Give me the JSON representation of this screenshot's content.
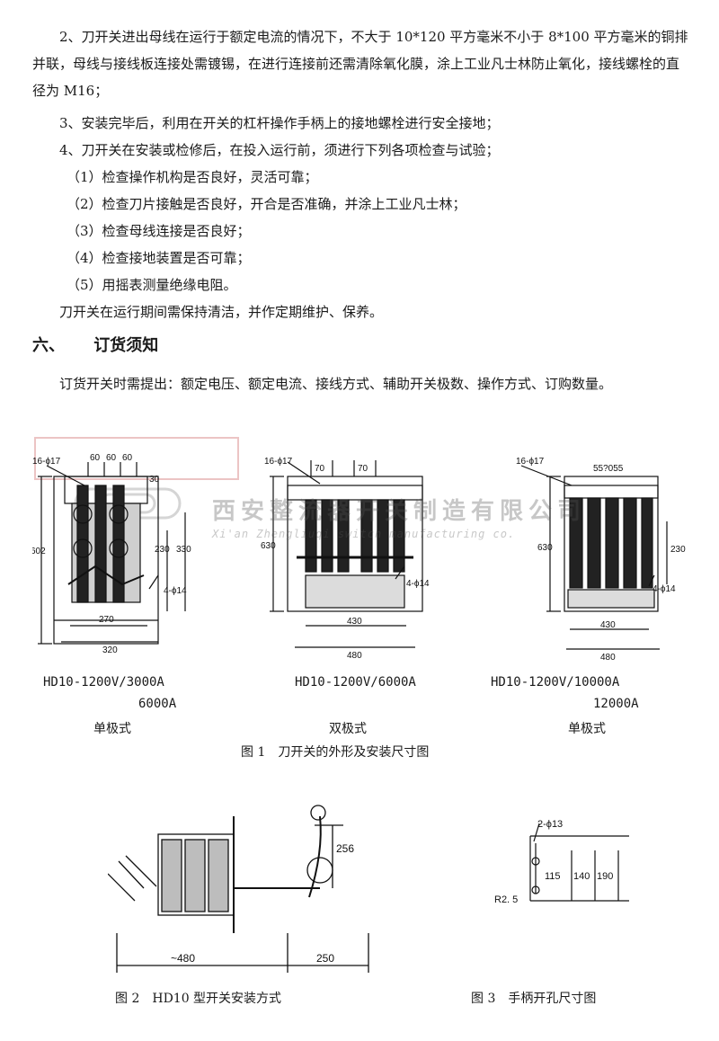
{
  "paragraphs": {
    "p2": "2、刀开关进出母线在运行于额定电流的情况下，不大于 10*120 平方毫米不小于 8*100 平方毫米的铜排并联，母线与接线板连接处需镀锡，在进行连接前还需清除氧化膜，涂上工业凡士林防止氧化，接线螺栓的直径为 M16；",
    "p3": "3、安装完毕后，利用在开关的杠杆操作手柄上的接地螺栓进行安全接地；",
    "p4": "4、刀开关在安装或检修后，在投入运行前，须进行下列各项检查与试验；",
    "checks": [
      "（1）检查操作机构是否良好，灵活可靠；",
      "（2）检查刀片接触是否良好，开合是否准确，并涂上工业凡士林；",
      "（3）检查母线连接是否良好；",
      "（4）检查接地装置是否可靠；",
      "（5）用摇表测量绝缘电阻。"
    ],
    "maintenance": "刀开关在运行期间需保持清洁，并作定期维护、保养。"
  },
  "section6": {
    "number": "六、",
    "title": "订货须知",
    "body": "订货开关时需提出：额定电压、额定电流、接线方式、辅助开关极数、操作方式、订购数量。"
  },
  "watermark": {
    "cn": "西安整流器开关制造有限公司",
    "en": "Xi'an Zhengliuqi switch manufacturing co."
  },
  "figure1": {
    "caption": "图 1　刀开关的外形及安装尺寸图",
    "left": {
      "model_line1": "HD10-1200V/3000A",
      "model_line2": "6000A",
      "type": "单极式",
      "dims": {
        "holes": "16-ϕ17",
        "top1": "60",
        "top2": "60",
        "top3": "60",
        "side_top": "30",
        "height": "602",
        "h230": "230",
        "h330": "330",
        "mount_holes": "4-ϕ14",
        "w270": "270",
        "w320": "320"
      }
    },
    "middle": {
      "model_line1": "HD10-1200V/6000A",
      "type": "双极式",
      "dims": {
        "holes": "16-ϕ17",
        "top1": "70",
        "top2": "70",
        "height": "630",
        "mount_holes": "4-ϕ14",
        "w430": "430",
        "w480": "480"
      }
    },
    "right": {
      "model_line1": "HD10-1200V/10000A",
      "model_line2": "12000A",
      "type": "单极式",
      "dims": {
        "holes": "16-ϕ17",
        "top": "55?055",
        "height": "630",
        "h230": "230",
        "mount_holes": "4-ϕ14",
        "w430": "430",
        "w480": "480"
      }
    }
  },
  "figure2": {
    "caption": "图 2　HD10 型开关安装方式",
    "dims": {
      "h256": "256",
      "w480": "~480",
      "w250": "250"
    }
  },
  "figure3": {
    "caption": "图 3　手柄开孔尺寸图",
    "dims": {
      "holes": "2-ϕ13",
      "d115": "115",
      "d140": "140",
      "d190": "190",
      "radius": "R2. 5"
    }
  }
}
